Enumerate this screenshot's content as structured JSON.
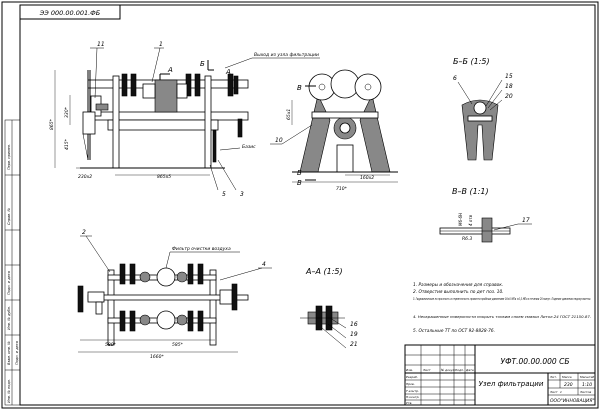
{
  "drawing": {
    "top_code": "ЭЭ 000.00.001.ФБ",
    "section_bb_title": "Б–Б (1:5)",
    "section_vv_title": "В–В (1:1)",
    "section_aa_title": "А–А (1:5)",
    "label_outlet": "Выход из узла фильтрации",
    "label_base": "Базис",
    "label_filter": "Фильтр очистки воздуха",
    "section_marks": {
      "a": "А",
      "b": "Б",
      "v": "В"
    },
    "callouts_main": [
      "11",
      "1",
      "10",
      "5",
      "3",
      "2",
      "4"
    ],
    "callouts_bb": [
      "6",
      "15",
      "18",
      "20"
    ],
    "callouts_vv": [
      "17"
    ],
    "callouts_aa": [
      "16",
      "19",
      "21"
    ],
    "dims_front": {
      "left": "230х2",
      "middle": "865х5",
      "height_total": "865*",
      "height_a": "330*",
      "height_b": "415*"
    },
    "dims_side": {
      "width": "710*",
      "half": "160х2",
      "height": "65х1"
    },
    "dims_plan": {
      "left": "580*",
      "right": "585*",
      "total": "1660*"
    },
    "dims_vv": {
      "a": "R6.3",
      "b": "4 отв",
      "c": "М6-6Н"
    },
    "notes": [
      "1. Размеры и обозначения для справок.",
      "2. Отверстия выполнить по дет поз. 10.",
      "3. Гидравлические на прочность и герметичность провести пробным давлением 16±0 МПа ±0,5 МПа в течении 20 минут. Падение давления недопускается.",
      "4. Неокрашенные поверхности покрыть тонким слоем смазки Литол-24 ГОСТ 21150-87.",
      "5. Остальные ТТ по ОСТ 92-8828-76."
    ]
  },
  "title_block": {
    "designation": "УФТ.00.00.000 СБ",
    "name": "Узел фильтрации",
    "organization": "ООО\"ИННОВАЦИЯ\"",
    "mass": "230",
    "scale": "1:10",
    "sheet_label": "Лист",
    "sheets_label": "Листов",
    "stage_label": "Лит.",
    "mass_label": "Масса",
    "scale_label": "Масштаб",
    "sheet_value": "1",
    "rows": [
      "Изм.",
      "Разраб.",
      "Пров.",
      "Т.контр.",
      "Н.контр.",
      "Утв."
    ],
    "cols": [
      "Лист",
      "№ докум.",
      "Подп.",
      "Дата"
    ]
  },
  "side_strip": [
    "Перв. примен.",
    "Справ. №",
    "Подп. и дата",
    "Инв. № дубл.",
    "Взам. инв. №",
    "Подп. и дата",
    "Инв. № подл."
  ]
}
